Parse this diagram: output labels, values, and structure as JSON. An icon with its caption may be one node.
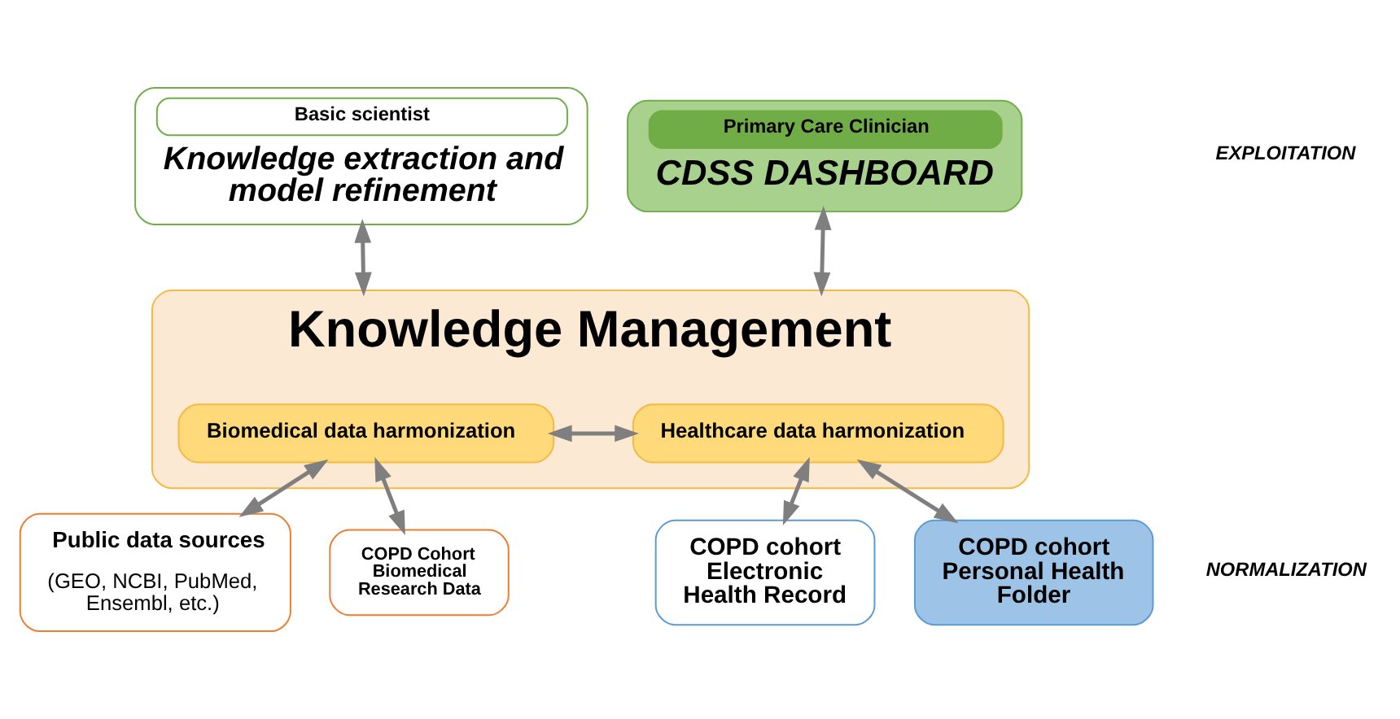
{
  "diagram": {
    "nodes": [
      {
        "text": [
          "Basic scientist",
          "Knowledge extraction and model refinement"
        ]
      },
      {
        "text": [
          "Primary Care Clinician",
          "CDSS DASHBOARD"
        ]
      },
      {
        "text": [
          "Knowledge Management"
        ]
      },
      {
        "text": [
          "Biomedical data harmonization"
        ],
        "in": 2
      },
      {
        "text": [
          "Healthcare data harmonization"
        ],
        "in": 2
      },
      {
        "text": [
          "Public data sources",
          "(GEO, NCBI, PubMed, Ensembl, etc.)"
        ]
      },
      {
        "text": [
          "COPD Cohort Biomedical Research Data"
        ]
      },
      {
        "text": [
          "COPD cohort Electronic Health Record"
        ]
      },
      {
        "text": [
          "COPD cohort Personal Health Folder"
        ]
      }
    ],
    "edges": [
      {
        "from": 0,
        "to": 2,
        "arrow": "both"
      },
      {
        "from": 1,
        "to": 2,
        "arrow": "both"
      },
      {
        "from": 3,
        "to": 4,
        "arrow": "both"
      },
      {
        "from": 3,
        "to": 5,
        "arrow": "both"
      },
      {
        "from": 3,
        "to": 6,
        "arrow": "both"
      },
      {
        "from": 4,
        "to": 7,
        "arrow": "both"
      },
      {
        "from": 4,
        "to": 8,
        "arrow": "both"
      }
    ],
    "labels": [
      "EXPLOITATION",
      "NORMALIZATION"
    ]
  }
}
